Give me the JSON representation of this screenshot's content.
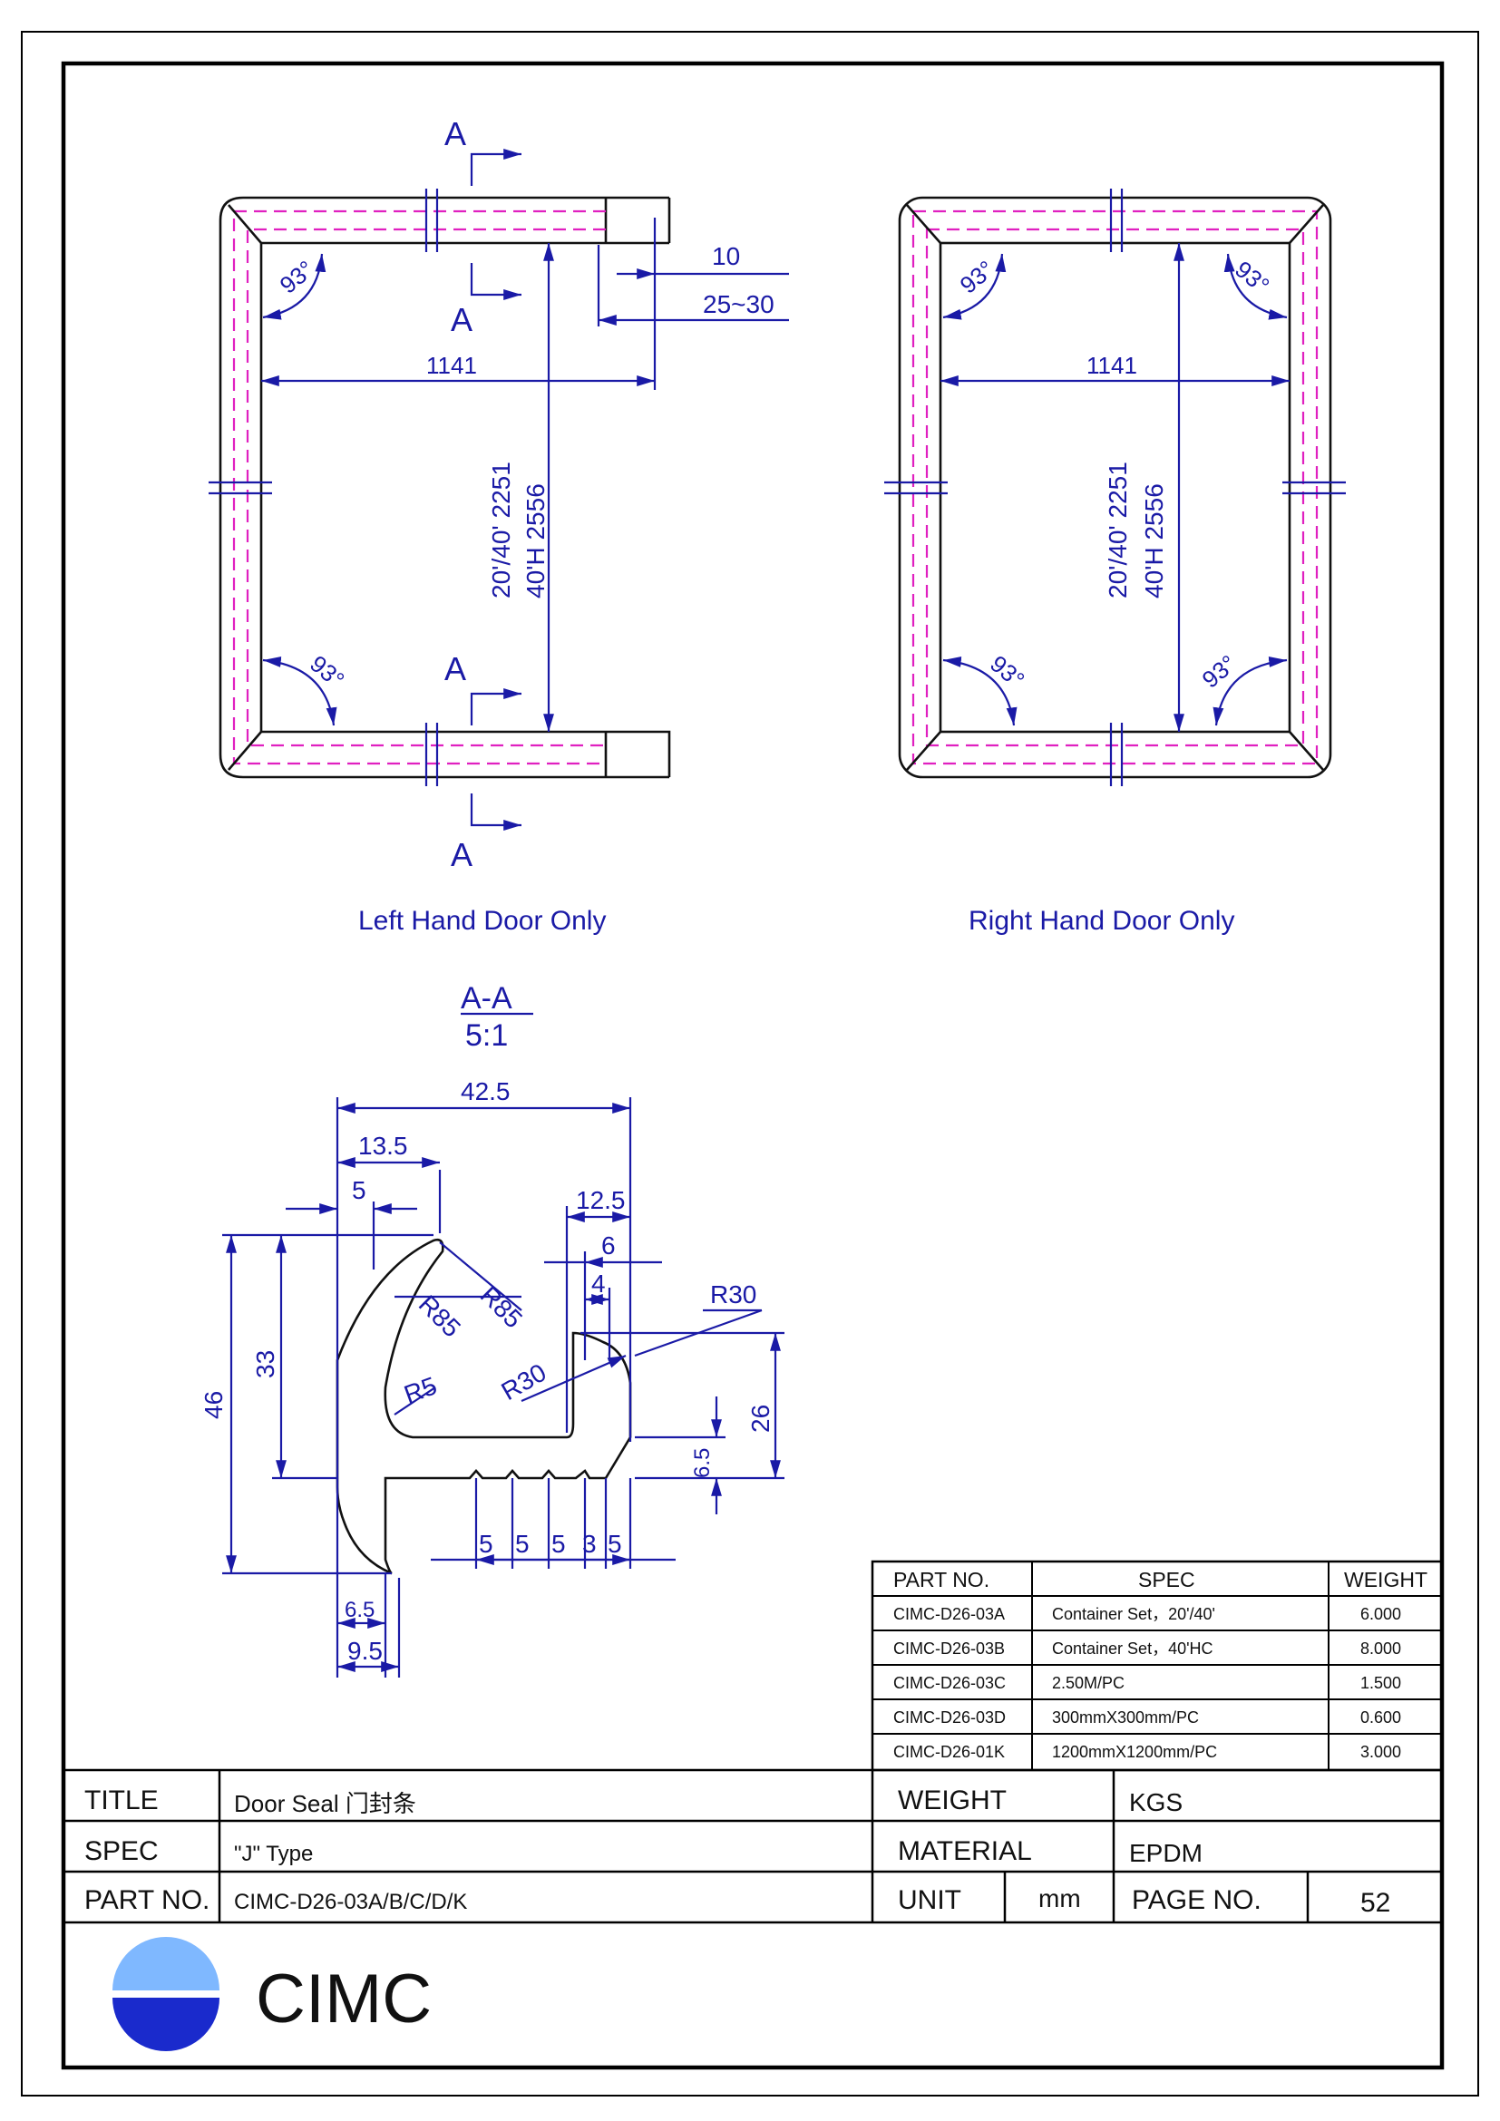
{
  "views": {
    "left": {
      "caption": "Left Hand Door Only",
      "width_dim": "1141",
      "gap_dim_a": "10",
      "gap_dim_b": "25~30",
      "height_dim_1": "20'/40' 2251",
      "height_dim_2": "40'H 2556",
      "angle": "93°",
      "section_letter": "A"
    },
    "right": {
      "caption": "Right Hand Door Only",
      "width_dim": "1141",
      "height_dim_1": "20'/40' 2251",
      "height_dim_2": "40'H 2556",
      "angle": "93°"
    }
  },
  "section": {
    "label": "A-A",
    "scale": "5:1",
    "dims": {
      "overall_width": "42.5",
      "d13_5": "13.5",
      "d5": "5",
      "d12_5": "12.5",
      "d6": "6",
      "d4": "4",
      "r30_top": "R30",
      "r85_a": "R85",
      "r85_b": "R85",
      "r5": "R5",
      "r30_mid": "R30",
      "d46": "46",
      "d33": "33",
      "d26": "26",
      "d6_5_right": "6.5",
      "bottom_5a": "5",
      "bottom_5b": "5",
      "bottom_5c": "5",
      "bottom_3": "3",
      "bottom_5d": "5",
      "d6_5_bottom": "6.5",
      "d9_5": "9.5"
    }
  },
  "parts_table": {
    "headers": [
      "PART NO.",
      "SPEC",
      "WEIGHT"
    ],
    "rows": [
      [
        "CIMC-D26-03A",
        "Container Set，20'/40'",
        "6.000"
      ],
      [
        "CIMC-D26-03B",
        "Container Set，40'HC",
        "8.000"
      ],
      [
        "CIMC-D26-03C",
        "2.50M/PC",
        "1.500"
      ],
      [
        "CIMC-D26-03D",
        "300mmX300mm/PC",
        "0.600"
      ],
      [
        "CIMC-D26-01K",
        "1200mmX1200mm/PC",
        "3.000"
      ]
    ]
  },
  "title_block": {
    "title_label": "TITLE",
    "title_value": "Door Seal 门封条",
    "spec_label": "SPEC",
    "spec_value": "\"J\" Type",
    "partno_label": "PART NO.",
    "partno_value": "CIMC-D26-03A/B/C/D/K",
    "weight_label": "WEIGHT",
    "weight_value": "KGS",
    "material_label": "MATERIAL",
    "material_value": "EPDM",
    "unit_label": "UNIT",
    "unit_value": "mm",
    "page_label": "PAGE  NO.",
    "page_value": "52"
  },
  "logo": {
    "text": "CIMC",
    "top_color": "#7fb8ff",
    "bottom_color": "#1a2acc"
  },
  "colors": {
    "dimension_blue": "#1a1aa6",
    "seal_line_pink": "#e020c0"
  }
}
